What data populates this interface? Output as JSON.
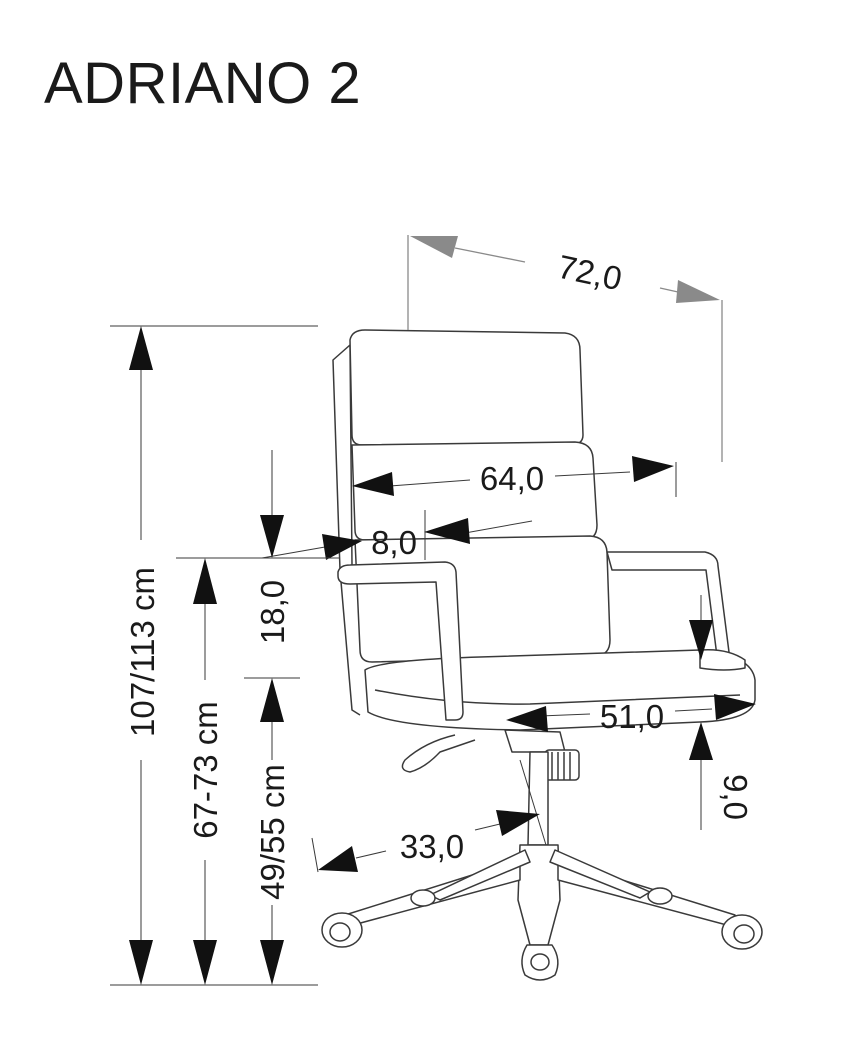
{
  "title": "ADRIANO 2",
  "dimensions": {
    "depth": "72,0",
    "seat_back_width": "64,0",
    "armrest_width": "8,0",
    "armrest_height": "18,0",
    "seat_depth": "51,0",
    "seat_thickness": "9,0",
    "base_radius": "33,0",
    "total_height": "107/113 cm",
    "armrest_floor_height": "67-73 cm",
    "seat_height": "49/55 cm"
  },
  "colors": {
    "ink": "#1a1a1a",
    "grey_arrow": "#8a8a8a"
  }
}
